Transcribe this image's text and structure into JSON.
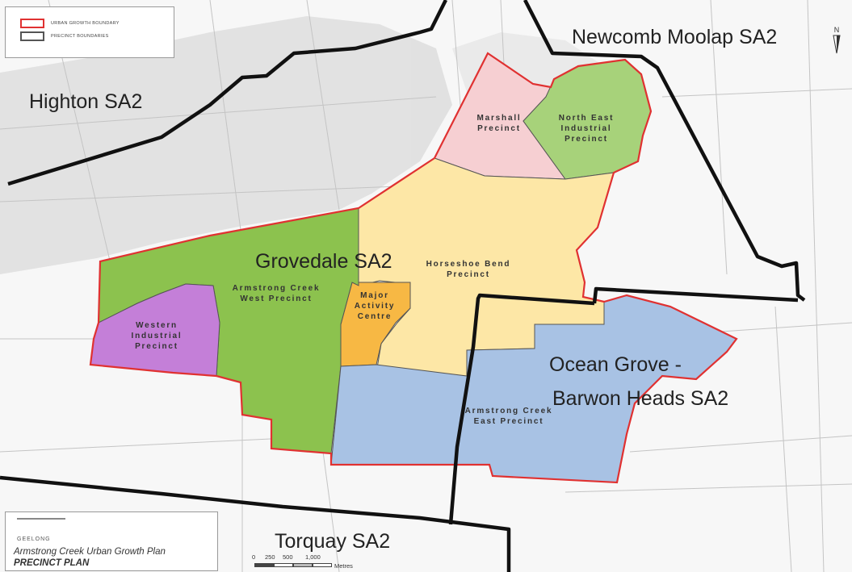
{
  "legend": [
    {
      "label": "URBAN GROWTH BOUNDARY",
      "color": "#e03131"
    },
    {
      "label": "PRECINCT BOUNDARIES",
      "color": "#555555"
    }
  ],
  "north": {
    "label": "N"
  },
  "sa2_labels": {
    "highton": "Highton SA2",
    "newcomb": "Newcomb Moolap SA2",
    "grovedale": "Grovedale SA2",
    "ocean_grove_1": "Ocean Grove -",
    "ocean_grove_2": "Barwon Heads SA2",
    "torquay": "Torquay SA2"
  },
  "precincts": {
    "marshall_1": "Marshall",
    "marshall_2": "Precinct",
    "north_east_1": "North East",
    "north_east_2": "Industrial",
    "north_east_3": "Precinct",
    "horseshoe_1": "Horseshoe Bend",
    "horseshoe_2": "Precinct",
    "west_1": "Armstrong Creek",
    "west_2": "West Precinct",
    "mac_1": "Major",
    "mac_2": "Activity",
    "mac_3": "Centre",
    "western_1": "Western",
    "western_2": "Industrial",
    "western_3": "Precinct",
    "east_1": "Armstrong Creek",
    "east_2": "East Precinct"
  },
  "colors": {
    "urban_growth_boundary": "#e03131",
    "sa2_boundary": "#111111",
    "marshall": "#f6cfd2",
    "north_east": "#a7d27a",
    "horseshoe": "#fde7a6",
    "west": "#8cc24e",
    "mac": "#f7b844",
    "western": "#c47fd8",
    "east": "#a8c2e4"
  },
  "title_block": {
    "logo": "GEELONG",
    "title": "Armstrong Creek Urban Growth Plan",
    "subtitle": "PRECINCT PLAN"
  },
  "scale": {
    "t0": "0",
    "t1": "250",
    "t2": "500",
    "t3": "1,000",
    "unit": "Metres"
  }
}
